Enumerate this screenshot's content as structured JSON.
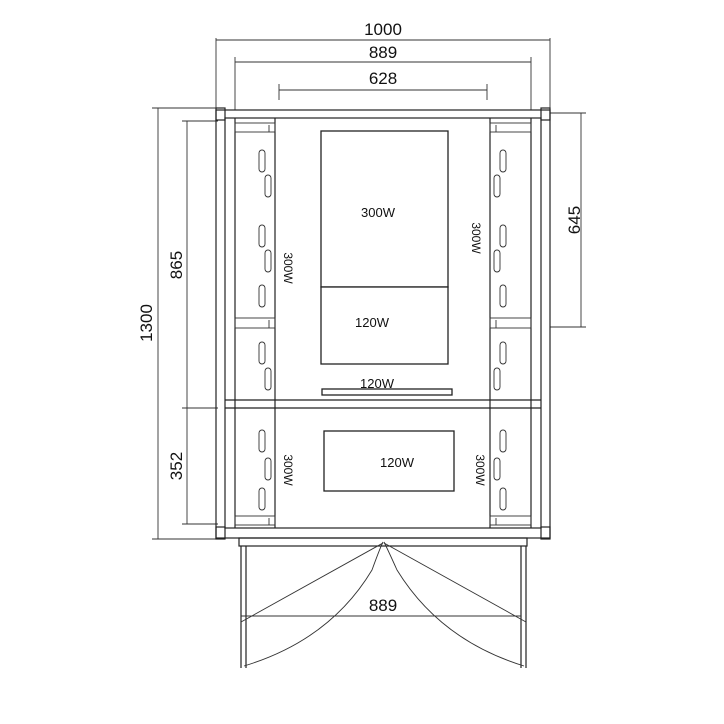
{
  "dimensions": {
    "top_overall": "1000",
    "top_inner": "889",
    "top_heater": "628",
    "left_total": "1300",
    "left_upper": "865",
    "left_lower": "352",
    "right_upper": "645",
    "door_width": "889"
  },
  "heaters": {
    "back_main": "300W",
    "back_lower": "120W",
    "floor_strip": "120W",
    "front_bench": "120W",
    "left_upper_side": "300W",
    "right_upper_side": "300W",
    "left_lower_side": "300W",
    "right_lower_side": "300W"
  }
}
